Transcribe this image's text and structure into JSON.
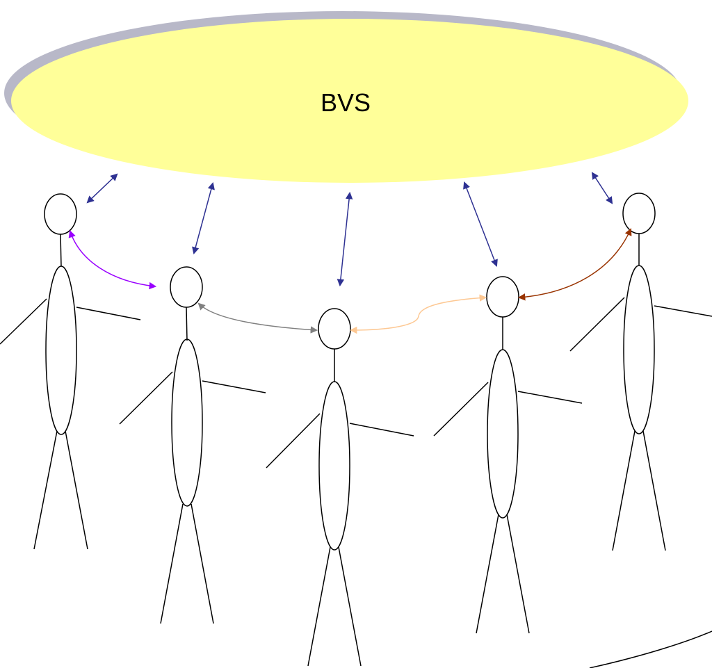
{
  "bvs": {
    "label": "BVS",
    "fill": "#ffff99",
    "shadow": "#b8b8c8"
  },
  "figures": [
    {
      "name": "figure-1",
      "color": "#b8e0e4"
    },
    {
      "name": "figure-2",
      "color": "#ffff99"
    },
    {
      "name": "figure-3",
      "color": "#fdc893"
    },
    {
      "name": "figure-4",
      "color": "#ccff99"
    },
    {
      "name": "figure-5",
      "color": "#99ffcc"
    }
  ],
  "connections": {
    "bvs_link_color": "#2e3192",
    "figure1_figure2": "#9900ff",
    "figure2_figure3": "#808080",
    "figure3_figure4": "#fdc893",
    "figure4_figure5": "#993300"
  }
}
